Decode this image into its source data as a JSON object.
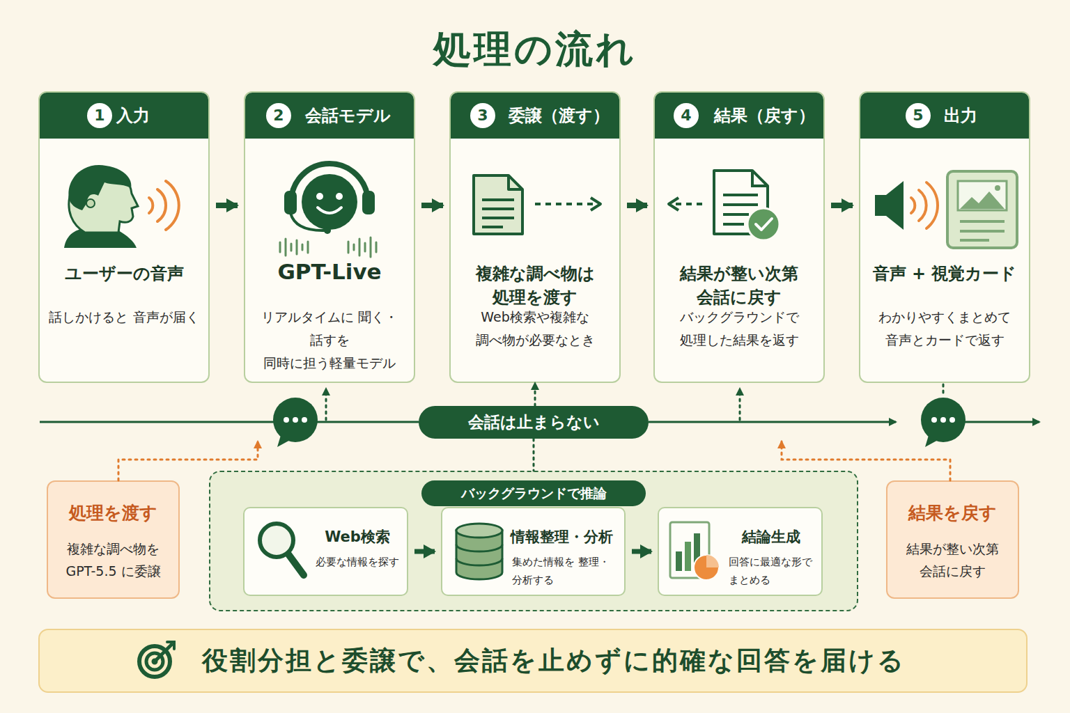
{
  "diagram": {
    "title": "処理の流れ",
    "nodes": [
      {
        "text": [
          "入力",
          "ユーザーの音声",
          "話しかけると 音声が届く"
        ]
      },
      {
        "text": [
          "1"
        ],
        "in": 0
      },
      {
        "text": [
          "会話モデル",
          "GPT-Live",
          "リアルタイムに 聞く・話すを 同時に担う軽量モデル"
        ]
      },
      {
        "text": [
          "2"
        ],
        "in": 2
      },
      {
        "text": [
          "委譲（渡す）",
          "複雑な調べ物は 処理を渡す",
          "Web検索や複雑な 調べ物が必要なとき"
        ]
      },
      {
        "text": [
          "3"
        ],
        "in": 4
      },
      {
        "text": [
          "結果（戻す）",
          "結果が整い次第 会話に戻す",
          "バックグラウンドで 処理した結果を返す"
        ]
      },
      {
        "text": [
          "4"
        ],
        "in": 6
      },
      {
        "text": [
          "出力",
          "音声 + 視覚カード",
          "わかりやすくまとめて 音声とカードで返す"
        ]
      },
      {
        "text": [
          "5"
        ],
        "in": 8
      },
      {
        "text": [
          "会話は止まらない"
        ]
      },
      {
        "text": [
          "処理を渡す",
          "複雑な調べ物を GPT-5.5 に委譲"
        ]
      },
      {
        "text": [
          "バックグラウンドで推論"
        ]
      },
      {
        "text": [
          "Web検索",
          "必要な情報を探す"
        ],
        "in": 12
      },
      {
        "text": [
          "情報整理・分析",
          "集めた情報を 整理・分析する"
        ],
        "in": 12
      },
      {
        "text": [
          "結論生成",
          "回答に最適な形で まとめる"
        ],
        "in": 12
      },
      {
        "text": [
          "結果を戻す",
          "結果が整い次第 会話に戻す"
        ]
      },
      {
        "text": [
          "役割分担と委譲で、会話を止めずに的確な回答を届ける"
        ]
      }
    ],
    "edges": [
      {
        "from": 0,
        "to": 2,
        "arrow": "to"
      },
      {
        "from": 2,
        "to": 4,
        "arrow": "to"
      },
      {
        "from": 4,
        "to": 6,
        "arrow": "to"
      },
      {
        "from": 6,
        "to": 8,
        "arrow": "to"
      },
      {
        "from": 10,
        "to": 4,
        "arrow": "to"
      },
      {
        "from": 10,
        "to": 12,
        "arrow": "none"
      },
      {
        "from": 13,
        "to": 14,
        "arrow": "to"
      },
      {
        "from": 14,
        "to": 15,
        "arrow": "to"
      }
    ]
  }
}
